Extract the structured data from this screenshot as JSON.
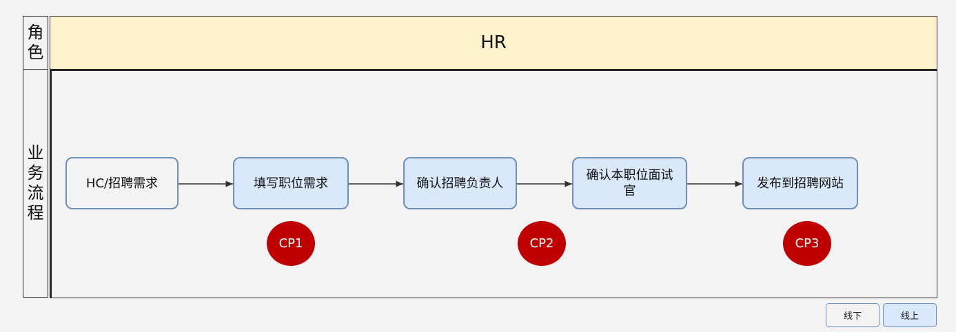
{
  "swimlane": {
    "role_label": "角色",
    "process_label": "业务流程",
    "role_name": "HR"
  },
  "steps": [
    {
      "label": "HC/招聘需求"
    },
    {
      "label": "填写职位需求"
    },
    {
      "label": "确认招聘负责人"
    },
    {
      "label": "确认本职位面试官"
    },
    {
      "label": "发布到招聘网站"
    }
  ],
  "checkpoints": [
    {
      "label": "CP1"
    },
    {
      "label": "CP2"
    },
    {
      "label": "CP3"
    }
  ],
  "buttons": {
    "offline_label": "线下",
    "online_label": "线上"
  },
  "colors": {
    "header_fill": "#fff2cc",
    "box_fill": "#dae8fc",
    "box_border": "#6c8ebf",
    "checkpoint_fill": "#c00000"
  }
}
